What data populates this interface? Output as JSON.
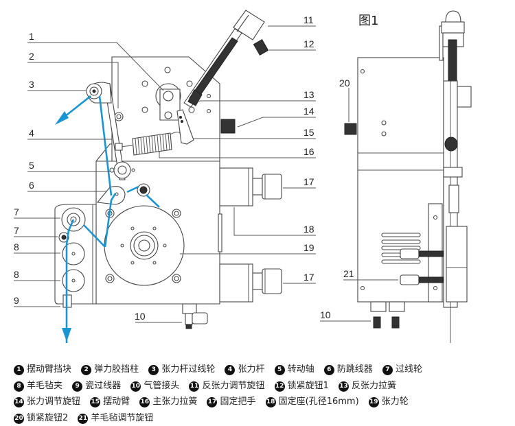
{
  "figure": {
    "title": "图1",
    "thread_color": "#1a95d4",
    "callouts_front_view": [
      "1",
      "2",
      "3",
      "4",
      "5",
      "6",
      "7",
      "7",
      "8",
      "8",
      "9",
      "10",
      "11",
      "12",
      "13",
      "14",
      "15",
      "16",
      "17",
      "17",
      "18",
      "19"
    ],
    "callouts_side_view": [
      "20",
      "21",
      "10"
    ]
  },
  "legend": {
    "rows": [
      [
        {
          "num": "1",
          "text": "摆动臂挡块"
        },
        {
          "num": "2",
          "text": "弹力胶挡柱"
        },
        {
          "num": "3",
          "text": "张力杆过线轮"
        },
        {
          "num": "4",
          "text": "张力杆"
        },
        {
          "num": "5",
          "text": "转动轴"
        },
        {
          "num": "6",
          "text": "防跳线器"
        },
        {
          "num": "7",
          "text": "过线轮"
        }
      ],
      [
        {
          "num": "8",
          "text": "羊毛毡夹"
        },
        {
          "num": "9",
          "text": "瓷过线器"
        },
        {
          "num": "10",
          "text": "气管接头"
        },
        {
          "num": "11",
          "text": "反张力调节旋钮"
        },
        {
          "num": "12",
          "text": "锁紧旋钮1"
        },
        {
          "num": "13",
          "text": "反张力拉簧"
        }
      ],
      [
        {
          "num": "14",
          "text": "张力调节旋钮"
        },
        {
          "num": "15",
          "text": "摆动臂"
        },
        {
          "num": "16",
          "text": "主张力拉簧"
        },
        {
          "num": "17",
          "text": "固定把手"
        },
        {
          "num": "18",
          "text": "固定座(孔径16mm)"
        },
        {
          "num": "19",
          "text": "张力轮"
        }
      ],
      [
        {
          "num": "20",
          "text": "锁紧旋钮2"
        },
        {
          "num": "21",
          "text": "羊毛毡调节旋钮"
        }
      ]
    ]
  }
}
